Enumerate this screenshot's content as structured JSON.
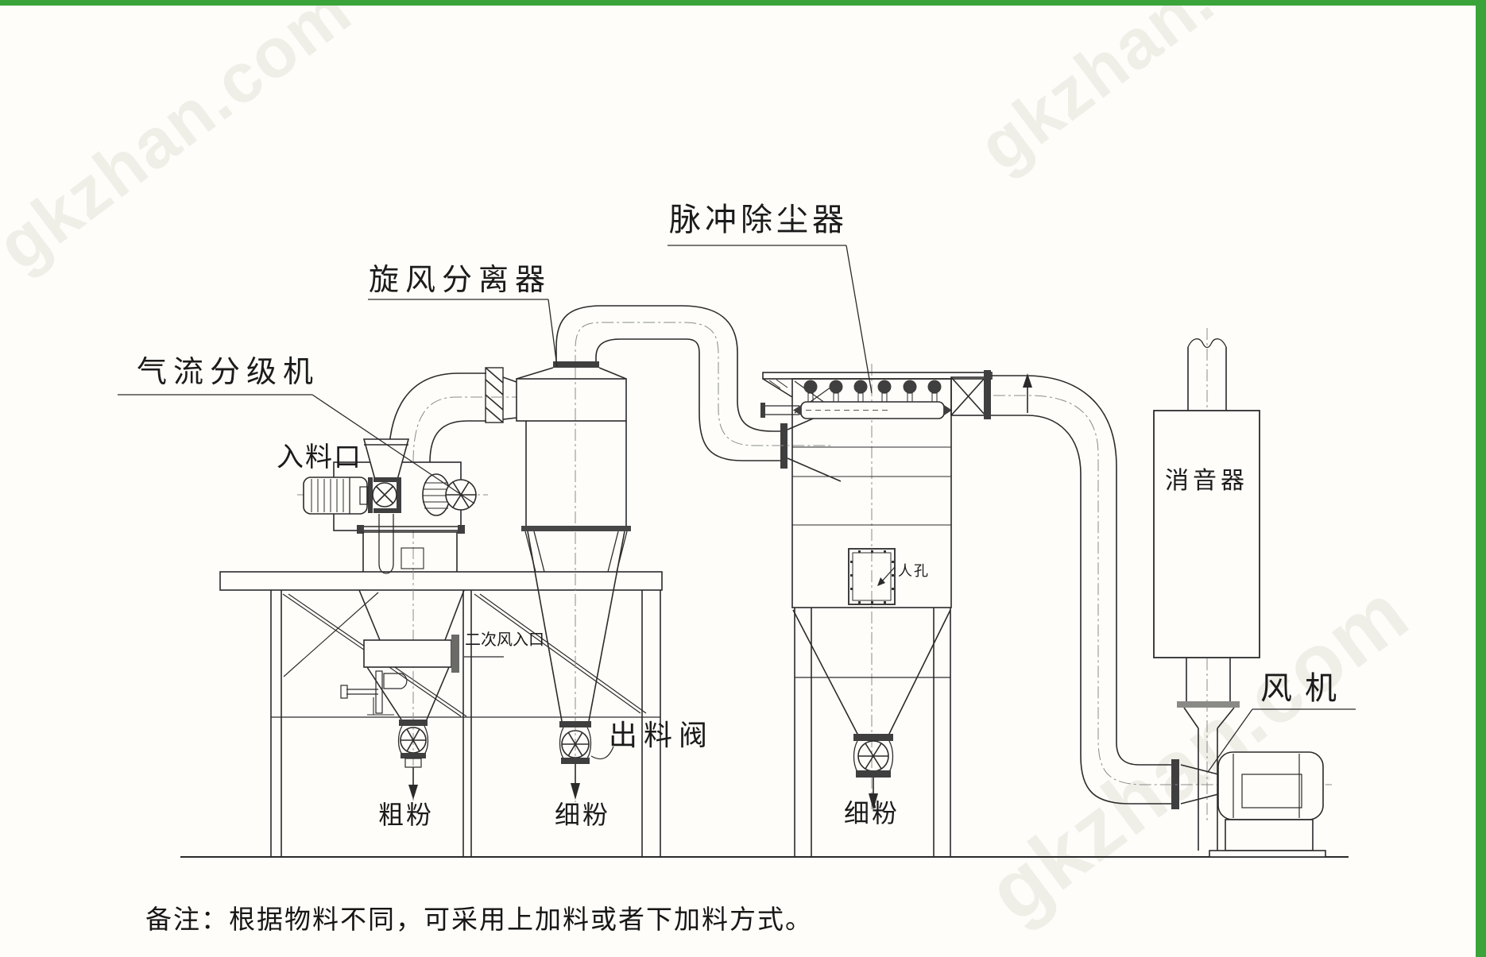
{
  "watermark": {
    "text": "gkzhan.com"
  },
  "labels": {
    "classifier": "气流分级机",
    "feed_inlet": "入料口",
    "cyclone": "旋风分离器",
    "pulse_dust_collector": "脉冲除尘器",
    "secondary_air_inlet": "二次风入口",
    "discharge_valve": "出料阀",
    "coarse_powder": "粗粉",
    "fine_powder_cyclone": "细粉",
    "fine_powder_collector": "细粉",
    "manhole": "人孔",
    "muffler": "消音器",
    "fan": "风 机"
  },
  "note": "备注：根据物料不同，可采用上加料或者下加料方式。",
  "colors": {
    "accent_green": "#3aa43a",
    "line": "#2b2b2b",
    "flange_fill": "#3f3f3f",
    "centerline": "#8a8a8a"
  }
}
